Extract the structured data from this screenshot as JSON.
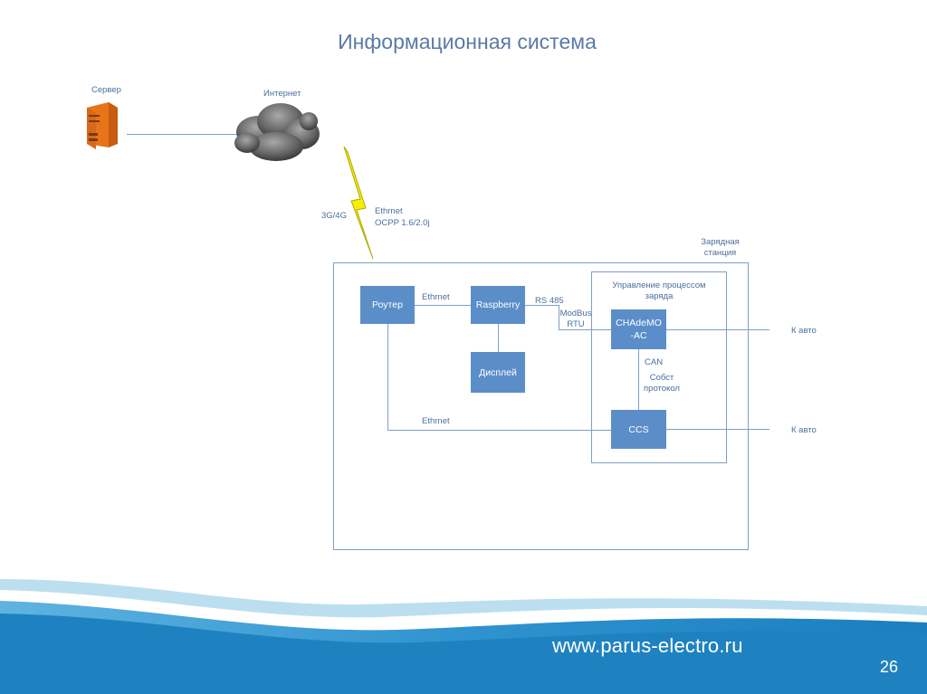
{
  "title": "Информационная система",
  "labels": {
    "server": "Сервер",
    "internet": "Интернет",
    "cellular": "3G/4G",
    "wireless_ethernet": "Ethrnet",
    "ocpp": "OCPP 1.6/2.0j",
    "station": "Зарядная станция",
    "process_control": "Управление процессом заряда",
    "router_rpi_link": "Ethrnet",
    "rs485": "RS 485",
    "modbus": "ModBus RTU",
    "can": "CAN",
    "own_protocol": "Собст протокол",
    "router_ccs_link": "Ethrnet",
    "to_car_1": "К авто",
    "to_car_2": "К авто"
  },
  "boxes": {
    "router": "Роутер",
    "raspberry": "Raspberry",
    "display": "Дисплей",
    "chademo": "CHAdeMO-AC",
    "ccs": "CCS"
  },
  "footer": {
    "url": "www.parus-electro.ru",
    "page": "26"
  },
  "colors": {
    "box_fill": "#5b8ec9",
    "line": "#7f9fc6",
    "label_text": "#4a6f9e",
    "footer_blue": "#1f82c0",
    "lightning": "#f4f000"
  }
}
